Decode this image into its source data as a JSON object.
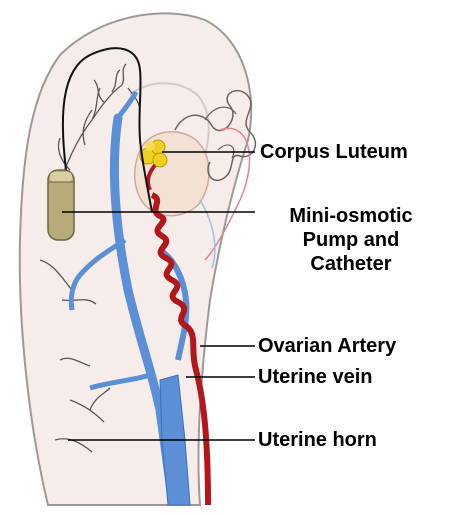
{
  "diagram": {
    "labels": {
      "corpus_luteum": "Corpus Luteum",
      "pump_line1": "Mini-osmotic",
      "pump_line2": "Pump and",
      "pump_line3": "Catheter",
      "ovarian_artery": "Ovarian Artery",
      "uterine_vein": "Uterine vein",
      "uterine_horn": "Uterine horn"
    },
    "colors": {
      "uterus_fill": "#f6ecea",
      "uterus_stroke": "#a09898",
      "vein": "#5b8fd6",
      "vein_dark": "#3d6fb8",
      "artery": "#b3161b",
      "artery_dark": "#7d0c10",
      "corpus_luteum": "#f1cf1e",
      "pump_body": "#b8ab7a",
      "ovary_fill": "#f3e2d4",
      "small_vessels": "#5d5555"
    }
  }
}
